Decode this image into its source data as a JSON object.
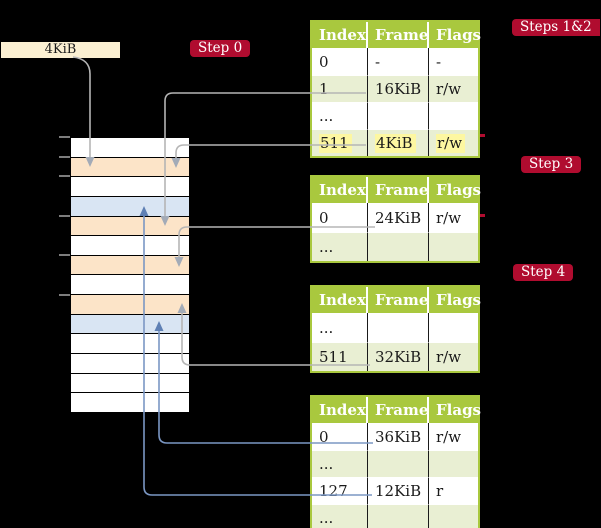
{
  "page_size_label": "4KiB",
  "badges": {
    "step0": "Step 0",
    "steps12": "Steps 1&2",
    "step3": "Step 3",
    "step4": "Step 4"
  },
  "memory": {
    "rows": [
      {
        "color": "white"
      },
      {
        "color": "orange"
      },
      {
        "color": "white"
      },
      {
        "color": "blue"
      },
      {
        "color": "orange"
      },
      {
        "color": "white"
      },
      {
        "color": "orange"
      },
      {
        "color": "white"
      },
      {
        "color": "orange"
      },
      {
        "color": "blue"
      },
      {
        "color": "white"
      },
      {
        "color": "white"
      },
      {
        "color": "white"
      },
      {
        "color": "white"
      }
    ]
  },
  "tables": [
    {
      "headers": [
        "Index",
        "Frame",
        "Flags"
      ],
      "rows": [
        {
          "cells": [
            "0",
            "-",
            "-"
          ],
          "shade": "0"
        },
        {
          "cells": [
            "1",
            "16KiB",
            "r/w"
          ],
          "shade": "1"
        },
        {
          "cells": [
            "...",
            "",
            ""
          ],
          "shade": "0"
        },
        {
          "cells": [
            "511",
            "4KiB",
            "r/w"
          ],
          "shade": "1",
          "hl": "1"
        }
      ]
    },
    {
      "headers": [
        "Index",
        "Frame",
        "Flags"
      ],
      "rows": [
        {
          "cells": [
            "0",
            "24KiB",
            "r/w"
          ],
          "shade": "0"
        },
        {
          "cells": [
            "...",
            "",
            ""
          ],
          "shade": "1"
        }
      ]
    },
    {
      "headers": [
        "Index",
        "Frame",
        "Flags"
      ],
      "rows": [
        {
          "cells": [
            "...",
            "",
            ""
          ],
          "shade": "0"
        },
        {
          "cells": [
            "511",
            "32KiB",
            "r/w"
          ],
          "shade": "1"
        }
      ]
    },
    {
      "headers": [
        "Index",
        "Frame",
        "Flags"
      ],
      "rows": [
        {
          "cells": [
            "0",
            "36KiB",
            "r/w"
          ],
          "shade": "0"
        },
        {
          "cells": [
            "...",
            "",
            ""
          ],
          "shade": "1"
        },
        {
          "cells": [
            "127",
            "12KiB",
            "r"
          ],
          "shade": "0"
        },
        {
          "cells": [
            "...",
            "",
            ""
          ],
          "shade": "1"
        }
      ]
    }
  ],
  "connectors": [
    {
      "from": "4KiB-label",
      "to": "memory-row-2",
      "color": "gray"
    },
    {
      "from": "table1-row-1",
      "to": "memory-row-5",
      "color": "gray"
    },
    {
      "from": "table1-row-511",
      "to": "memory-row-2",
      "color": "gray"
    },
    {
      "from": "table2-row-0",
      "to": "memory-row-7",
      "color": "gray"
    },
    {
      "from": "table3-row-511",
      "to": "memory-row-9",
      "color": "gray"
    },
    {
      "from": "table4-row-0",
      "to": "memory-row-10",
      "color": "blue"
    },
    {
      "from": "table4-row-127",
      "to": "memory-row-4",
      "color": "blue"
    }
  ]
}
